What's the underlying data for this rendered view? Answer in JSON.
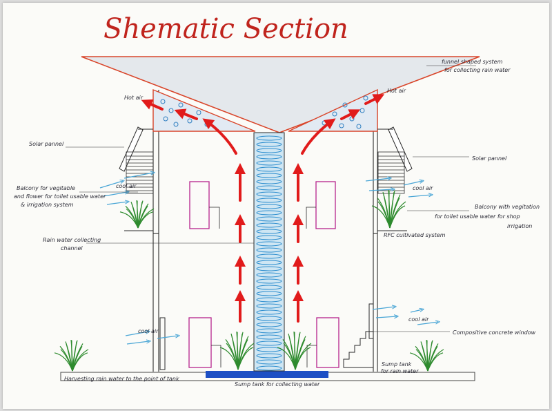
{
  "title": "Shematic Section",
  "labels": {
    "funnel": [
      "funnel shaped system",
      "for collecting rain water"
    ],
    "hot_air_left": "Hot air",
    "hot_air_right": "Hot air",
    "solar_left": "Solar pannel",
    "solar_right": "Solar pannel",
    "balcony_left": [
      "Balcony for vegitable",
      "and flower for toilet usable water",
      "& irrigation system"
    ],
    "balcony_right": [
      "Balcony with vegitation",
      "for toilet usable water for shop",
      "irrigation"
    ],
    "cool_air_l1": "cool air",
    "cool_air_l2": "cool air",
    "cool_air_r1": "cool air",
    "cool_air_r2": "cool air",
    "rain_channel": [
      "Rain water collecting",
      "channel"
    ],
    "rfc": "RFC cultivated system",
    "composite_window": "Compositive concrete window",
    "sump_tank_small": [
      "Sump tank",
      "for rain water"
    ],
    "harvesting": "Harvesting rain water to the point of tank",
    "sump_tank": "Sump tank for collecting water"
  },
  "colors": {
    "title": "#c0241d",
    "arrow": "#e11b1b",
    "outline": "#2a2a2a",
    "funnel_edge": "#d9452a",
    "water": "#3e9ad0",
    "door": "#b5248c",
    "plant": "#2e8b2e",
    "tank": "#1d4fc4",
    "cool_air": "#4aa6d6"
  }
}
